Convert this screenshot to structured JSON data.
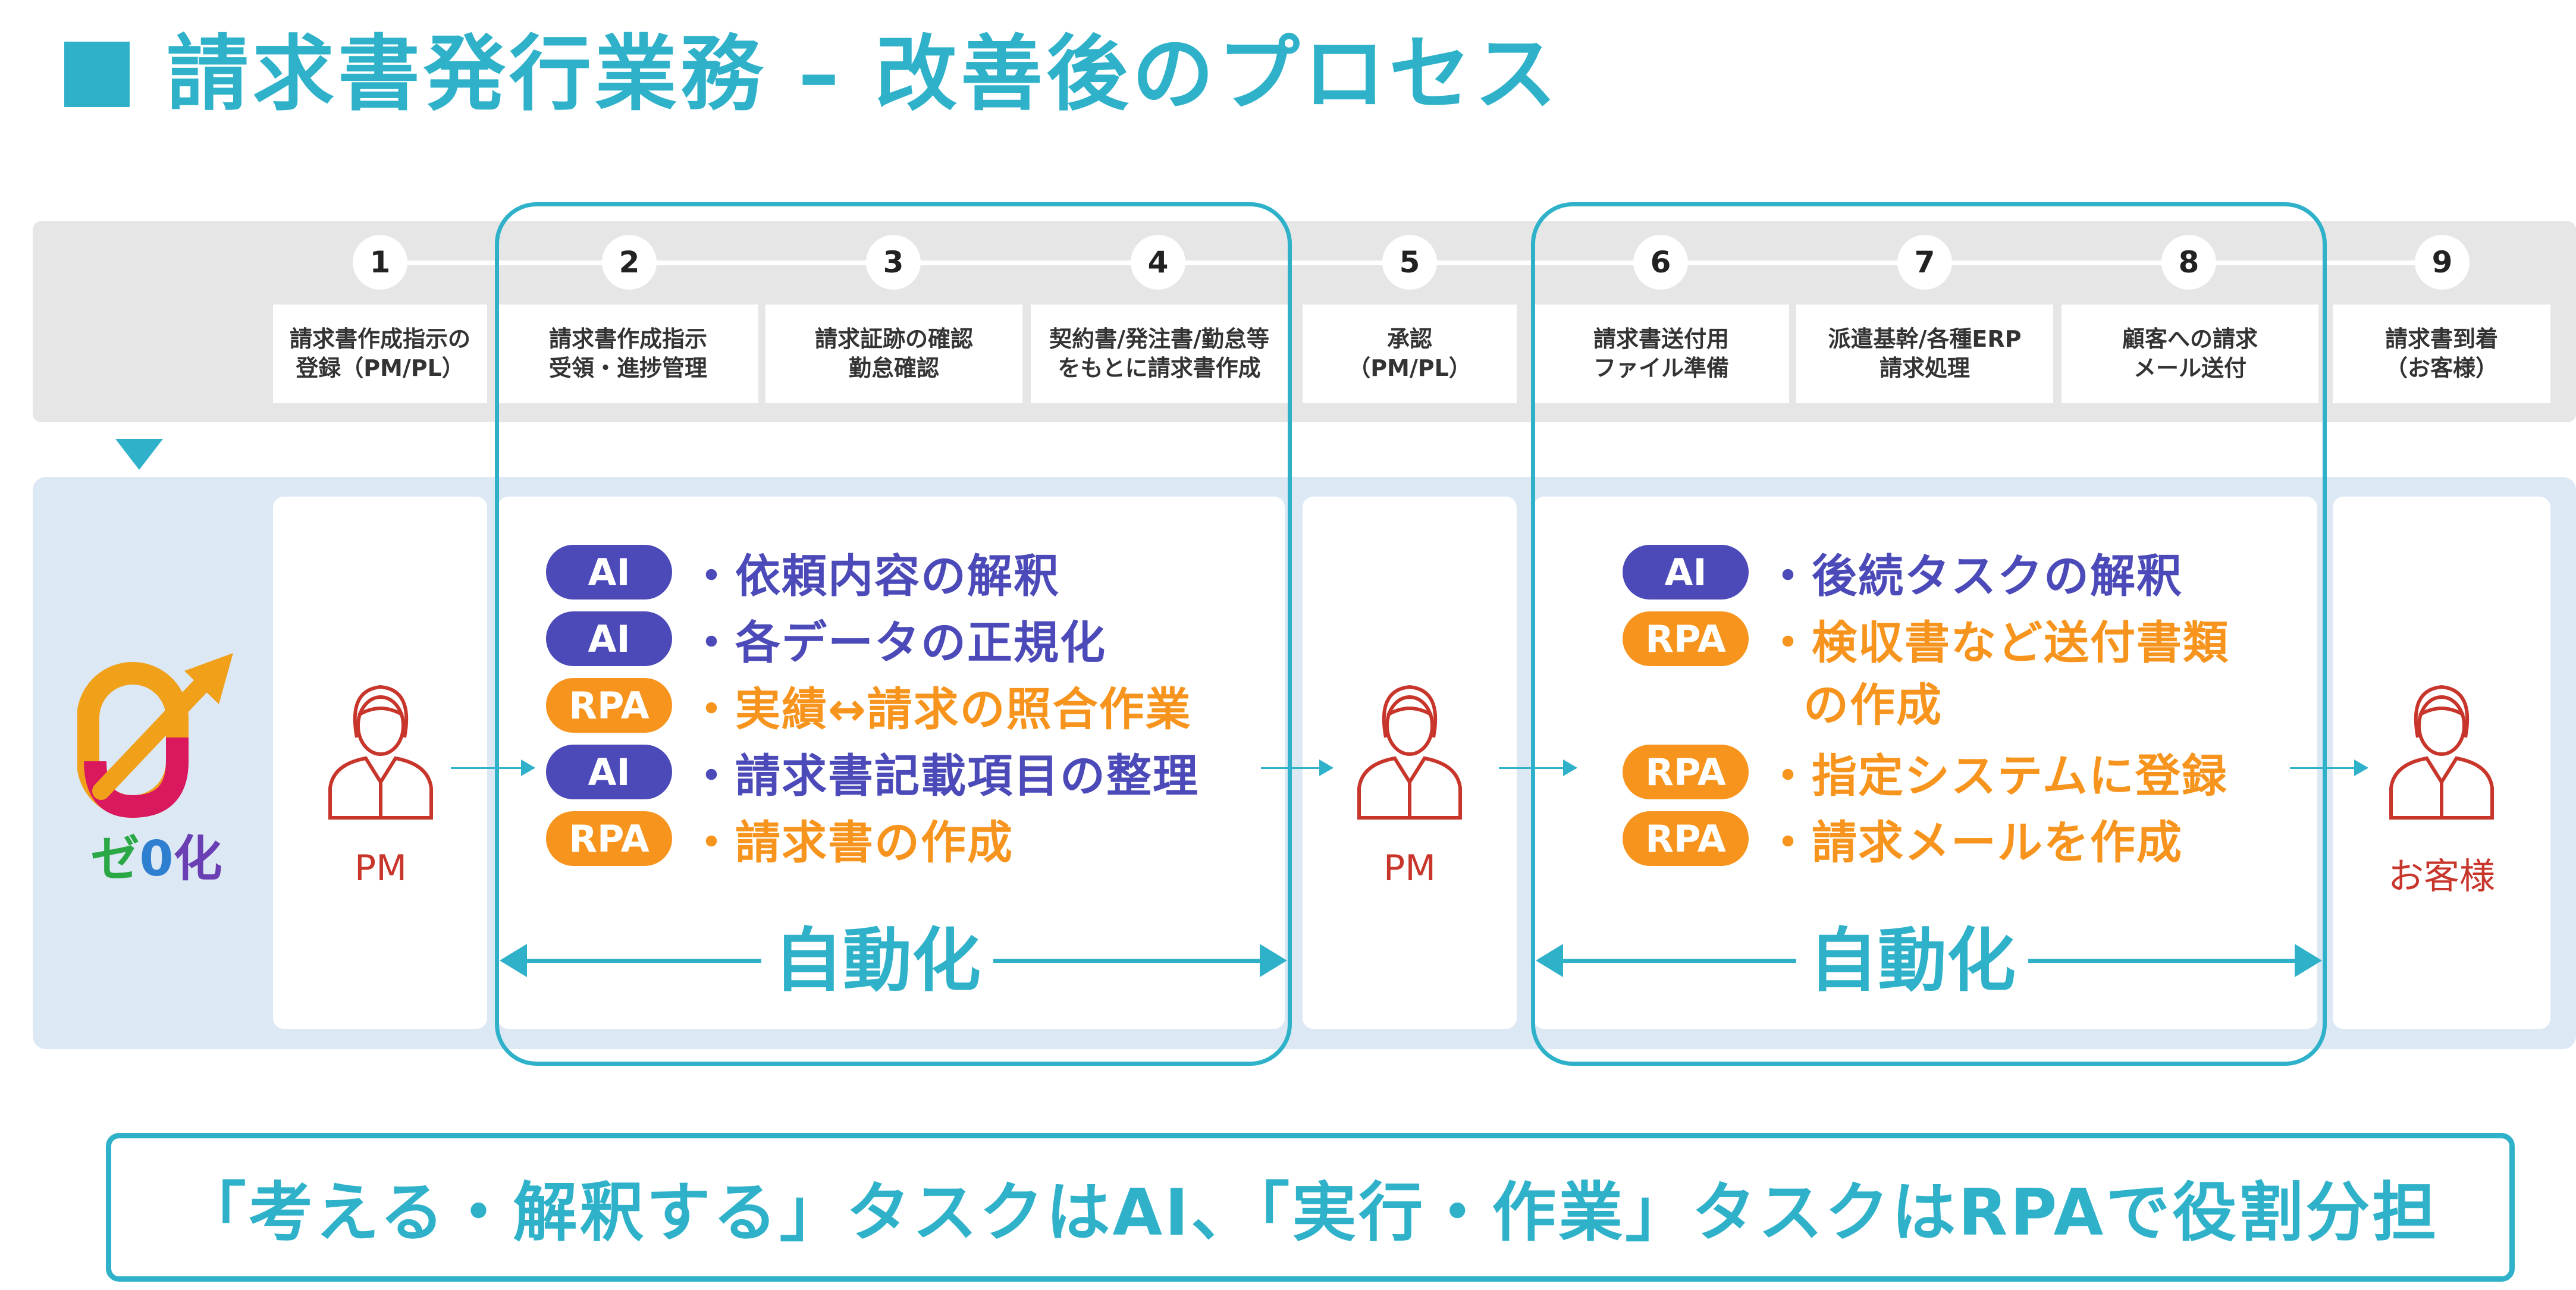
{
  "title": "請求書発行業務 – 改善後のプロセス",
  "colors": {
    "accent": "#2fb2c9",
    "ai": "#4b4ab8",
    "rpa": "#f7941d",
    "person": "#c8352b"
  },
  "steps": [
    {
      "num": "1",
      "label": "請求書作成指示の\n登録（PM/PL）"
    },
    {
      "num": "2",
      "label": "請求書作成指示\n受領・進捗管理"
    },
    {
      "num": "3",
      "label": "請求証跡の確認\n勤怠確認"
    },
    {
      "num": "4",
      "label": "契約書/発注書/勤怠等\nをもとに請求書作成"
    },
    {
      "num": "5",
      "label": "承認\n（PM/PL）"
    },
    {
      "num": "6",
      "label": "請求書送付用\nファイル準備"
    },
    {
      "num": "7",
      "label": "派遣基幹/各種ERP\n請求処理"
    },
    {
      "num": "8",
      "label": "顧客への請求\nメール送付"
    },
    {
      "num": "9",
      "label": "請求書到着\n（お客様）"
    }
  ],
  "logo": {
    "text_ze": "ゼ",
    "text_zero": "0",
    "text_ka": "化"
  },
  "actors": {
    "pm1": "PM",
    "pm2": "PM",
    "customer": "お客様"
  },
  "group1": {
    "tasks": [
      {
        "badge": "AI",
        "text": "・依頼内容の解釈"
      },
      {
        "badge": "AI",
        "text": "・各データの正規化"
      },
      {
        "badge": "RPA",
        "text": "・実績↔請求の照合作業"
      },
      {
        "badge": "AI",
        "text": "・請求書記載項目の整理"
      },
      {
        "badge": "RPA",
        "text": "・請求書の作成"
      }
    ],
    "automation_label": "自動化"
  },
  "group2": {
    "tasks": [
      {
        "badge": "AI",
        "text": "・後続タスクの解釈"
      },
      {
        "badge": "RPA",
        "text": "・検収書など送付書類"
      },
      {
        "badge": "RPA",
        "text": "・指定システムに登録"
      },
      {
        "badge": "RPA",
        "text": "・請求メールを作成"
      }
    ],
    "task2_continuation": "の作成",
    "automation_label": "自動化"
  },
  "banner": "「考える・解釈する」タスクはAI、「実行・作業」タスクはRPAで役割分担"
}
